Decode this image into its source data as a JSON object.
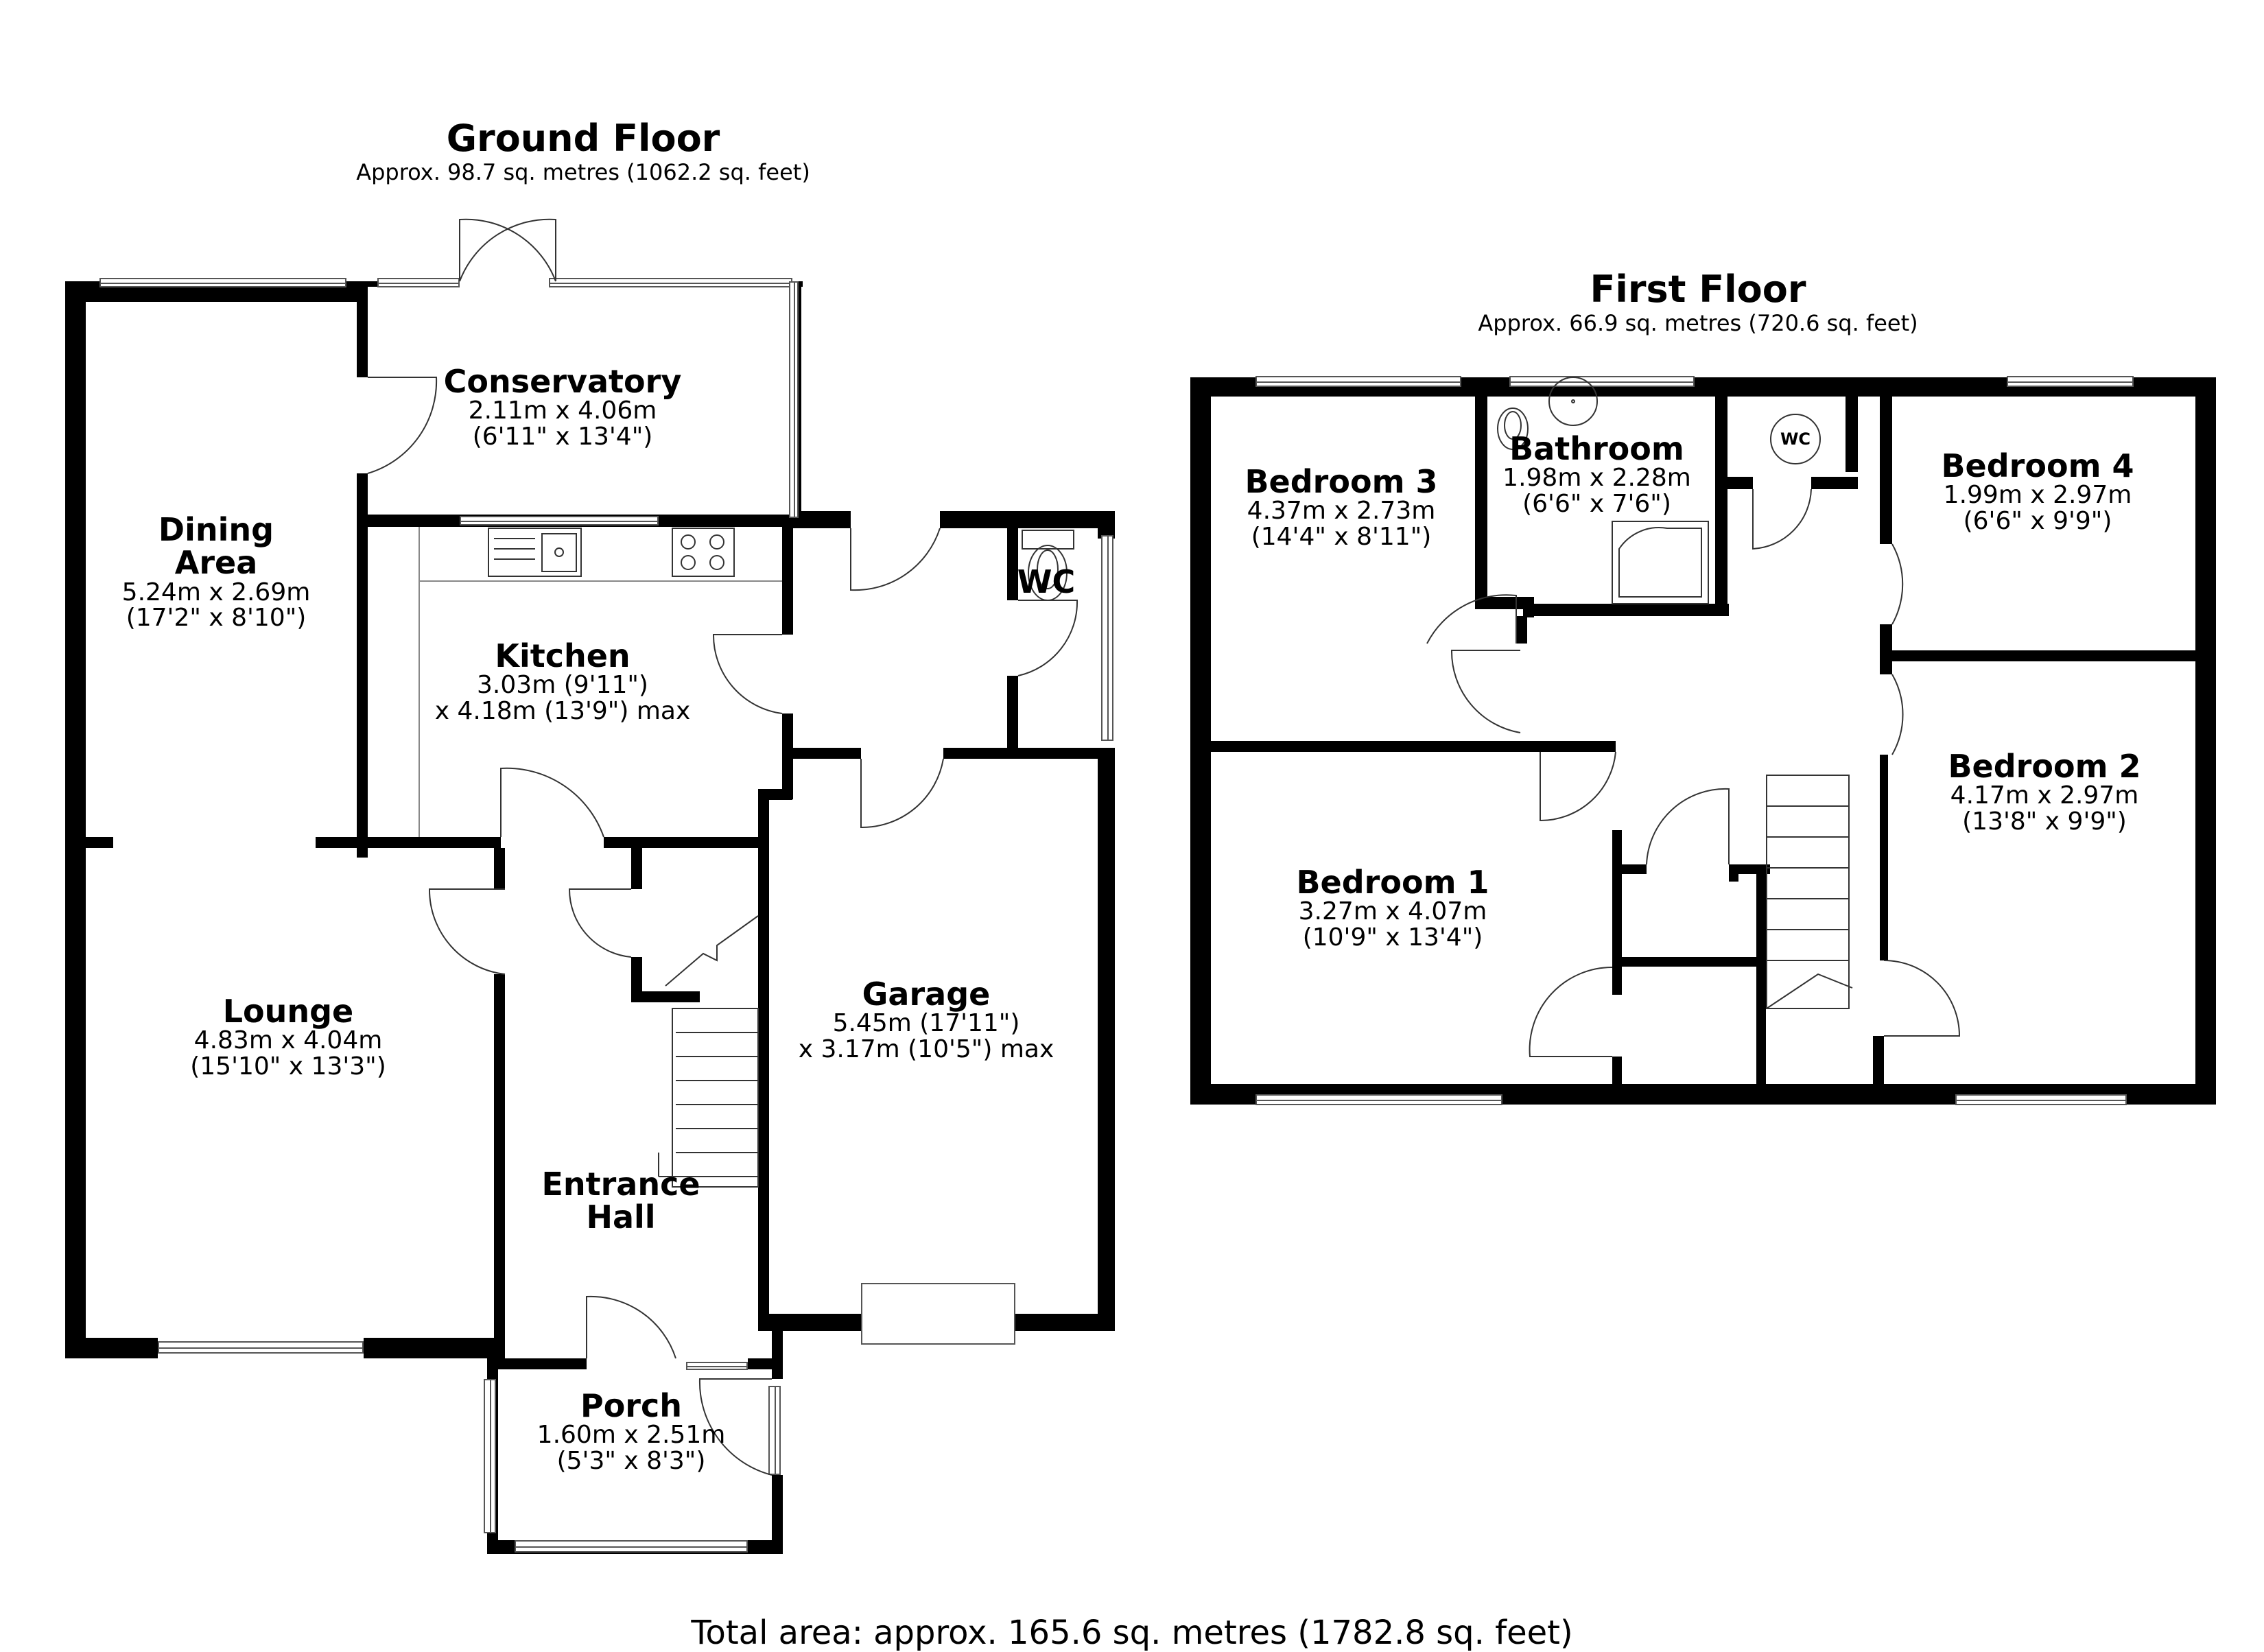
{
  "ground_floor": {
    "title": "Ground Floor",
    "area": "Approx. 98.7 sq. metres (1062.2 sq. feet)",
    "rooms": {
      "conservatory": {
        "name": "Conservatory",
        "dim1": "2.11m x 4.06m",
        "dim2": "(6'11\" x 13'4\")"
      },
      "dining": {
        "name1": "Dining",
        "name2": "Area",
        "dim1": "5.24m x 2.69m",
        "dim2": "(17'2\" x 8'10\")"
      },
      "kitchen": {
        "name": "Kitchen",
        "dim1": "3.03m (9'11\")",
        "dim2": "x 4.18m (13'9\") max"
      },
      "wc": {
        "name": "WC"
      },
      "lounge": {
        "name": "Lounge",
        "dim1": "4.83m x 4.04m",
        "dim2": "(15'10\" x 13'3\")"
      },
      "garage": {
        "name": "Garage",
        "dim1": "5.45m (17'11\")",
        "dim2": "x 3.17m (10'5\") max"
      },
      "entrance_hall": {
        "name1": "Entrance",
        "name2": "Hall"
      },
      "porch": {
        "name": "Porch",
        "dim1": "1.60m x 2.51m",
        "dim2": "(5'3\" x 8'3\")"
      }
    }
  },
  "first_floor": {
    "title": "First Floor",
    "area": "Approx. 66.9 sq. metres (720.6 sq. feet)",
    "rooms": {
      "bedroom3": {
        "name": "Bedroom 3",
        "dim1": "4.37m x 2.73m",
        "dim2": "(14'4\" x 8'11\")"
      },
      "bathroom": {
        "name": "Bathroom",
        "dim1": "1.98m x 2.28m",
        "dim2": "(6'6\" x 7'6\")"
      },
      "wc": {
        "name": "WC"
      },
      "bedroom4": {
        "name": "Bedroom 4",
        "dim1": "1.99m x 2.97m",
        "dim2": "(6'6\" x 9'9\")"
      },
      "bedroom2": {
        "name": "Bedroom 2",
        "dim1": "4.17m x 2.97m",
        "dim2": "(13'8\" x 9'9\")"
      },
      "bedroom1": {
        "name": "Bedroom 1",
        "dim1": "3.27m x 4.07m",
        "dim2": "(10'9\" x 13'4\")"
      }
    }
  },
  "total_area": "Total area: approx. 165.6 sq. metres (1782.8 sq. feet)",
  "icons": {
    "door_swing": "door-arc",
    "window": "window-double-line",
    "stairs": "stair-treads",
    "sink": "sink",
    "hob": "hob-4-rings",
    "toilet": "toilet",
    "shower": "shower-tray"
  }
}
